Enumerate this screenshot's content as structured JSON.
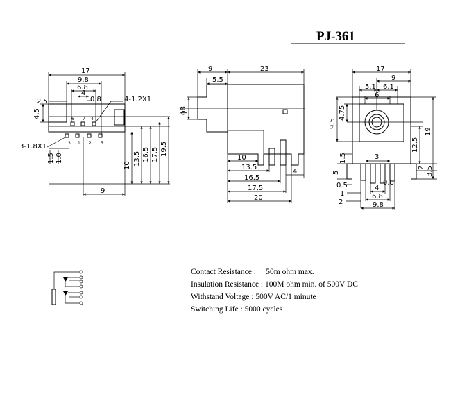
{
  "title": "PJ-361",
  "left_view": {
    "dims": [
      "17",
      "9.8",
      "6.8",
      "4",
      "0.8",
      "2.5",
      "4.5",
      "4-1.2X1",
      "3-1.8X1",
      "1.5",
      "1.0",
      "10",
      "13.5",
      "16.5",
      "17.5",
      "19.5",
      "9"
    ],
    "pins": [
      "6",
      "7",
      "4",
      "3",
      "1",
      "2",
      "5"
    ]
  },
  "middle_view": {
    "dims": [
      "9",
      "23",
      "5.5",
      "ϕ8",
      "10",
      "13.5",
      "16.5",
      "17.5",
      "20",
      "4"
    ]
  },
  "right_view": {
    "dims": [
      "17",
      "9",
      "5.1",
      "6.1",
      "6",
      "4.75",
      "9.5",
      "19",
      "12.5",
      "1.5",
      "3",
      "5",
      "0.5",
      "1",
      "2",
      "4",
      "6.8",
      "0.8",
      "9.8",
      "2",
      "3.5"
    ]
  },
  "specs": [
    "Contact Resistance :     50m ohm max.",
    "Insulation Resistance : 100M ohm min. of 500V DC",
    "Withstand Voltage : 500V AC/1 minute",
    "Switching Life : 5000 cycles"
  ]
}
